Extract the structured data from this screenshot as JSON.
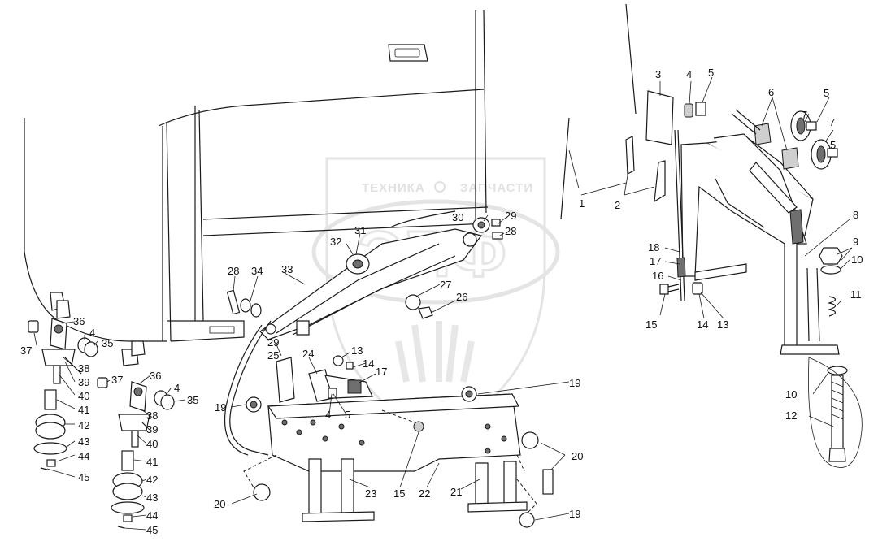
{
  "watermark": {
    "text_left": "ТЕХНИКА",
    "text_right": "ЗАПЧАСТИ",
    "logo_letters": "ЭПФ"
  },
  "callouts": [
    {
      "id": "c1",
      "text": "1"
    },
    {
      "id": "c2",
      "text": "2"
    },
    {
      "id": "c3",
      "text": "3"
    },
    {
      "id": "c4a",
      "text": "4"
    },
    {
      "id": "c5a",
      "text": "5"
    },
    {
      "id": "c6",
      "text": "6"
    },
    {
      "id": "c7a",
      "text": "7"
    },
    {
      "id": "c5b",
      "text": "5"
    },
    {
      "id": "c7b",
      "text": "7"
    },
    {
      "id": "c5c",
      "text": "5"
    },
    {
      "id": "c8",
      "text": "8"
    },
    {
      "id": "c9",
      "text": "9"
    },
    {
      "id": "c10a",
      "text": "10"
    },
    {
      "id": "c11",
      "text": "11"
    },
    {
      "id": "c10b",
      "text": "10"
    },
    {
      "id": "c12",
      "text": "12"
    },
    {
      "id": "c18",
      "text": "18"
    },
    {
      "id": "c17a",
      "text": "17"
    },
    {
      "id": "c16",
      "text": "16"
    },
    {
      "id": "c15a",
      "text": "15"
    },
    {
      "id": "c14a",
      "text": "14"
    },
    {
      "id": "c13a",
      "text": "13"
    },
    {
      "id": "c30",
      "text": "30"
    },
    {
      "id": "c29a",
      "text": "29"
    },
    {
      "id": "c28a",
      "text": "28"
    },
    {
      "id": "c31",
      "text": "31"
    },
    {
      "id": "c32",
      "text": "32"
    },
    {
      "id": "c33",
      "text": "33"
    },
    {
      "id": "c27",
      "text": "27"
    },
    {
      "id": "c26",
      "text": "26"
    },
    {
      "id": "c28b",
      "text": "28"
    },
    {
      "id": "c34",
      "text": "34"
    },
    {
      "id": "c29b",
      "text": "29"
    },
    {
      "id": "c25",
      "text": "25"
    },
    {
      "id": "c24",
      "text": "24"
    },
    {
      "id": "c13b",
      "text": "13"
    },
    {
      "id": "c14b",
      "text": "14"
    },
    {
      "id": "c17b",
      "text": "17"
    },
    {
      "id": "c19a",
      "text": "19"
    },
    {
      "id": "c19b",
      "text": "19"
    },
    {
      "id": "c4b",
      "text": "4"
    },
    {
      "id": "c5d",
      "text": "5"
    },
    {
      "id": "c20a",
      "text": "20"
    },
    {
      "id": "c20b",
      "text": "20"
    },
    {
      "id": "c15b",
      "text": "15"
    },
    {
      "id": "c22",
      "text": "22"
    },
    {
      "id": "c23",
      "text": "23"
    },
    {
      "id": "c21",
      "text": "21"
    },
    {
      "id": "c19c",
      "text": "19"
    },
    {
      "id": "c36a",
      "text": "36"
    },
    {
      "id": "c4c",
      "text": "4"
    },
    {
      "id": "c35a",
      "text": "35"
    },
    {
      "id": "c37a",
      "text": "37"
    },
    {
      "id": "c38a",
      "text": "38"
    },
    {
      "id": "c39a",
      "text": "39"
    },
    {
      "id": "c40a",
      "text": "40"
    },
    {
      "id": "c41a",
      "text": "41"
    },
    {
      "id": "c42a",
      "text": "42"
    },
    {
      "id": "c43a",
      "text": "43"
    },
    {
      "id": "c44a",
      "text": "44"
    },
    {
      "id": "c45a",
      "text": "45"
    },
    {
      "id": "c37b",
      "text": "37"
    },
    {
      "id": "c36b",
      "text": "36"
    },
    {
      "id": "c4d",
      "text": "4"
    },
    {
      "id": "c35b",
      "text": "35"
    },
    {
      "id": "c38b",
      "text": "38"
    },
    {
      "id": "c39b",
      "text": "39"
    },
    {
      "id": "c40b",
      "text": "40"
    },
    {
      "id": "c41b",
      "text": "41"
    },
    {
      "id": "c42b",
      "text": "42"
    },
    {
      "id": "c43b",
      "text": "43"
    },
    {
      "id": "c44b",
      "text": "44"
    },
    {
      "id": "c45b",
      "text": "45"
    }
  ]
}
